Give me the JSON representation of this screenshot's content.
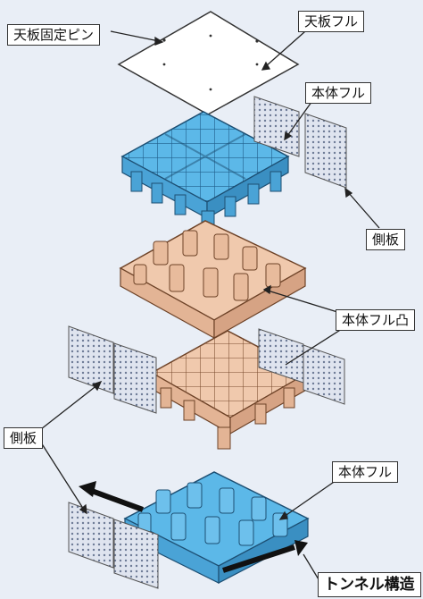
{
  "labels": {
    "top_pin": "天板固定ピン",
    "top_plate": "天板フル",
    "body_full_1": "本体フル",
    "side_plate_right": "側板",
    "body_convex": "本体フル凸",
    "side_plate_left": "側板",
    "body_full_2": "本体フル",
    "tunnel": "トンネル構造"
  },
  "colors": {
    "background": "#e9eef6",
    "blue_unit": "#59b6e6",
    "tan_unit": "#ebc3a6",
    "side_plate": "#dce2ef",
    "arrow": "#111111"
  }
}
